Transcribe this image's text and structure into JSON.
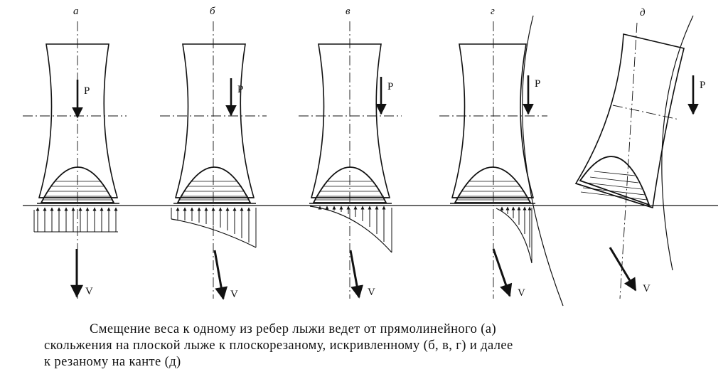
{
  "figure": {
    "panels": [
      {
        "letter": "а",
        "p_label": "P",
        "v_label": "V"
      },
      {
        "letter": "б",
        "p_label": "P",
        "v_label": "V"
      },
      {
        "letter": "в",
        "p_label": "P",
        "v_label": "V"
      },
      {
        "letter": "г",
        "p_label": "P",
        "v_label": "V"
      },
      {
        "letter": "д",
        "p_label": "P",
        "v_label": "V"
      }
    ]
  },
  "caption": {
    "line1": "Смещение веса к одному из ребер лыжи ведет от прямолинейного (а)",
    "line2": "скольжения на плоской лыже к плоскорезаному, искривленному (б, в, г) и далее",
    "line3": "к резаному на канте (д)"
  }
}
